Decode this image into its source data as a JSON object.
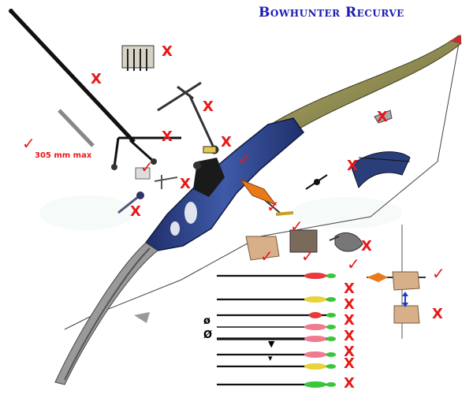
{
  "title": "Bowhunter Recurve",
  "labels": {
    "length_note": "305 mm max",
    "diameter_symbol": "ø",
    "diameter_symbol_cap": "Ø"
  },
  "marks": {
    "allowed": "✓",
    "not_allowed": "X"
  },
  "colors": {
    "mark": "#e81818",
    "title": "#1a1ab0",
    "riser": "#2b3f86",
    "limb": "#8c8a4a",
    "arrow_shaft": "#111111",
    "fletch_red": "#e83a3a",
    "fletch_green": "#39c63a",
    "fletch_yellow": "#e8d33a",
    "fletch_pink": "#f07a90"
  },
  "items": [
    {
      "name": "long-rod-stabilizer",
      "verdict": "not_allowed"
    },
    {
      "name": "short-stabilizer",
      "verdict": "allowed"
    },
    {
      "name": "v-bar-stabilizer",
      "verdict": "not_allowed"
    },
    {
      "name": "bow-quiver",
      "verdict": "not_allowed"
    },
    {
      "name": "bow-sight",
      "verdict": "not_allowed"
    },
    {
      "name": "level",
      "verdict": "not_allowed"
    },
    {
      "name": "plunger",
      "verdict": "not_allowed"
    },
    {
      "name": "clicker",
      "verdict": "not_allowed"
    },
    {
      "name": "arrow-rest",
      "verdict": "allowed"
    },
    {
      "name": "string-silencer",
      "verdict": "allowed"
    },
    {
      "name": "kisser",
      "verdict": "not_allowed"
    },
    {
      "name": "peep-sight",
      "verdict": "not_allowed"
    },
    {
      "name": "broadhead-arrow",
      "verdict": "allowed"
    },
    {
      "name": "nock-point",
      "verdict": "allowed"
    },
    {
      "name": "finger-tab",
      "verdict": "allowed"
    },
    {
      "name": "shooting-glove",
      "verdict": "allowed"
    },
    {
      "name": "release-aid",
      "verdict": "not_allowed"
    },
    {
      "name": "split-finger-draw",
      "verdict": "allowed"
    },
    {
      "name": "anchor-below-chin",
      "verdict": "not_allowed"
    }
  ],
  "arrows": [
    {
      "name": "arrow-standard",
      "verdict": "allowed",
      "fletch": "red-green"
    },
    {
      "name": "arrow-mixed-fletch",
      "verdict": "not_allowed",
      "fletch": "yellow-green"
    },
    {
      "name": "arrow-short-fletch",
      "verdict": "not_allowed",
      "fletch": "red-green"
    },
    {
      "name": "arrow-thin-shaft",
      "verdict": "not_allowed",
      "fletch": "pink-green"
    },
    {
      "name": "arrow-thick-shaft",
      "verdict": "not_allowed",
      "fletch": "pink-green"
    },
    {
      "name": "arrow-cresting-a",
      "verdict": "not_allowed",
      "fletch": "pink-green"
    },
    {
      "name": "arrow-cresting-b",
      "verdict": "not_allowed",
      "fletch": "yellow-green"
    },
    {
      "name": "arrow-long-fletch",
      "verdict": "not_allowed",
      "fletch": "green-green"
    }
  ]
}
